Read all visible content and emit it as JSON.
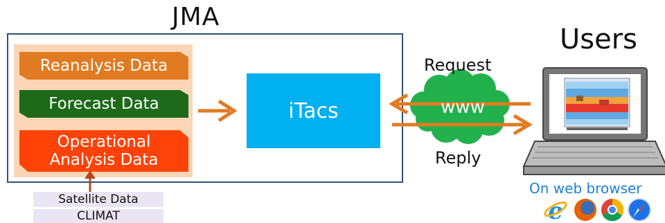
{
  "jma": {
    "title": "JMA"
  },
  "data_sources": {
    "reanalysis": "Reanalysis Data",
    "forecast": "Forecast Data",
    "operational_line1": "Operational",
    "operational_line2": "Analysis Data"
  },
  "inputs": {
    "satellite": "Satellite Data",
    "climat": "CLIMAT"
  },
  "itacs": {
    "label": "iTacs"
  },
  "network": {
    "request": "Request",
    "reply": "Reply",
    "cloud": "www"
  },
  "users": {
    "title": "Users",
    "browser_caption": "On web browser"
  },
  "browser_icons": [
    "ie-icon",
    "firefox-icon",
    "chrome-icon",
    "safari-icon"
  ],
  "colors": {
    "reanalysis": "#e07b22",
    "forecast": "#1d6a1a",
    "operational": "#ff4308",
    "itacs": "#00b0f0",
    "cloud": "#22b14c",
    "arrow": "#e07b22",
    "panel": "#fbd5b5"
  }
}
